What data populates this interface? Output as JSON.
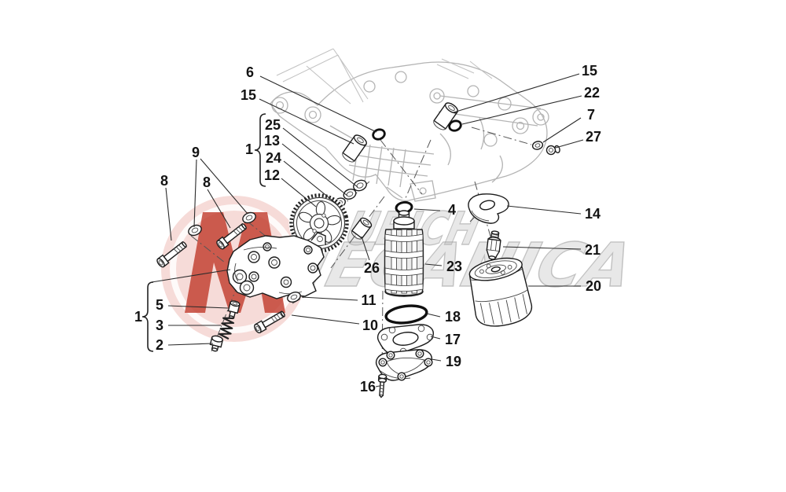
{
  "diagram": {
    "watermark": {
      "line1": "UBICH",
      "line2": "MECANICA"
    },
    "callouts": {
      "c6": "6",
      "c15_left": "15",
      "c15_right": "15",
      "c22": "22",
      "c7": "7",
      "c27": "27",
      "c9": "9",
      "c8_left": "8",
      "c8_right": "8",
      "c1_top": "1",
      "c25": "25",
      "c13": "13",
      "c24": "24",
      "c12": "12",
      "c4": "4",
      "c26": "26",
      "c23": "23",
      "c14": "14",
      "c21": "21",
      "c20": "20",
      "c11": "11",
      "c10": "10",
      "c18": "18",
      "c17": "17",
      "c19": "19",
      "c16": "16",
      "c1_bottom": "1",
      "c5": "5",
      "c3": "3",
      "c2": "2"
    },
    "colors": {
      "logo_pink": "#f6dbd8",
      "logo_red": "#c0392b",
      "line_gray": "#b4b4b4",
      "ink": "#1c1c1c"
    }
  }
}
